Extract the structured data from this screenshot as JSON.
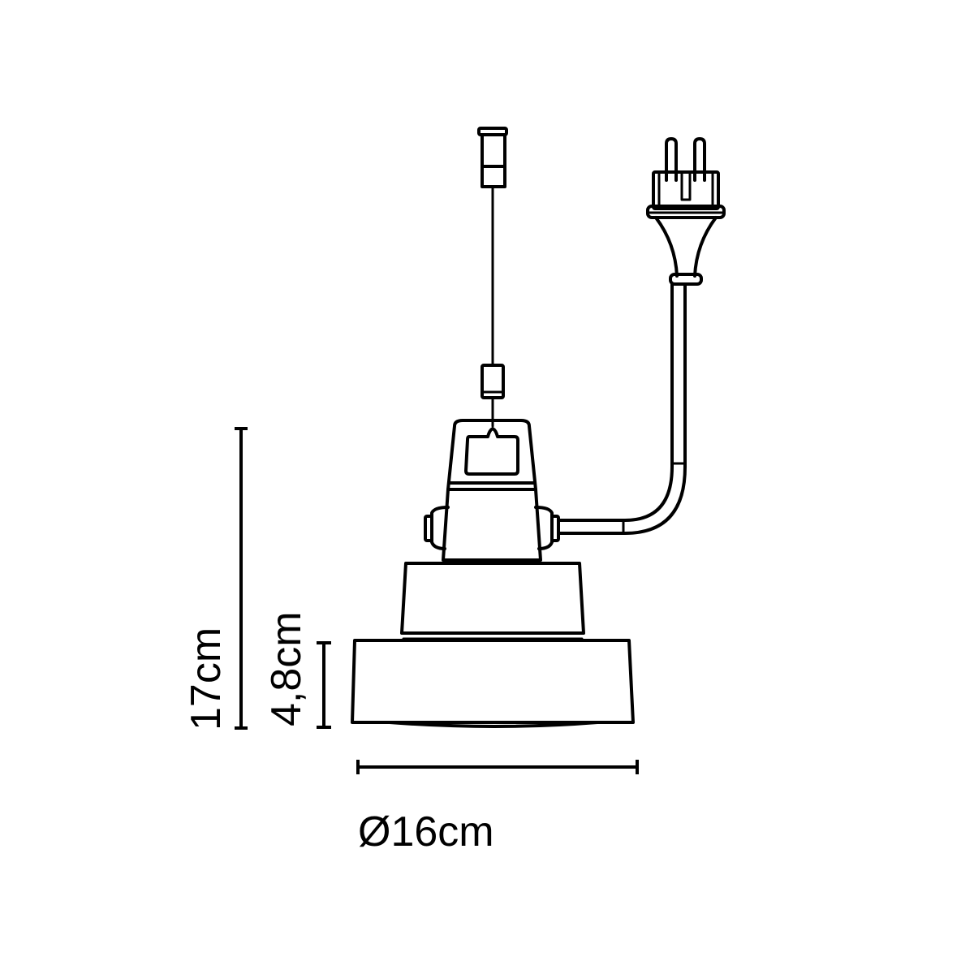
{
  "diagram": {
    "subject": "Pendant lamp technical drawing",
    "line_color": "#000000",
    "background": "#ffffff"
  },
  "dimensions": {
    "total_height": "17cm",
    "shade_height": "4,8cm",
    "diameter": "Ø16cm"
  },
  "components": [
    {
      "name": "ceiling-hook",
      "label": "Ceiling hook"
    },
    {
      "name": "suspension-cable",
      "label": "Suspension cable"
    },
    {
      "name": "cable-clamp",
      "label": "Cable clamp"
    },
    {
      "name": "lamp-head",
      "label": "Lamp head with handle"
    },
    {
      "name": "power-cord",
      "label": "Power cord"
    },
    {
      "name": "plug",
      "label": "Schuko plug"
    },
    {
      "name": "shade-upper",
      "label": "Upper shade"
    },
    {
      "name": "shade-lower",
      "label": "Lower shade"
    }
  ]
}
